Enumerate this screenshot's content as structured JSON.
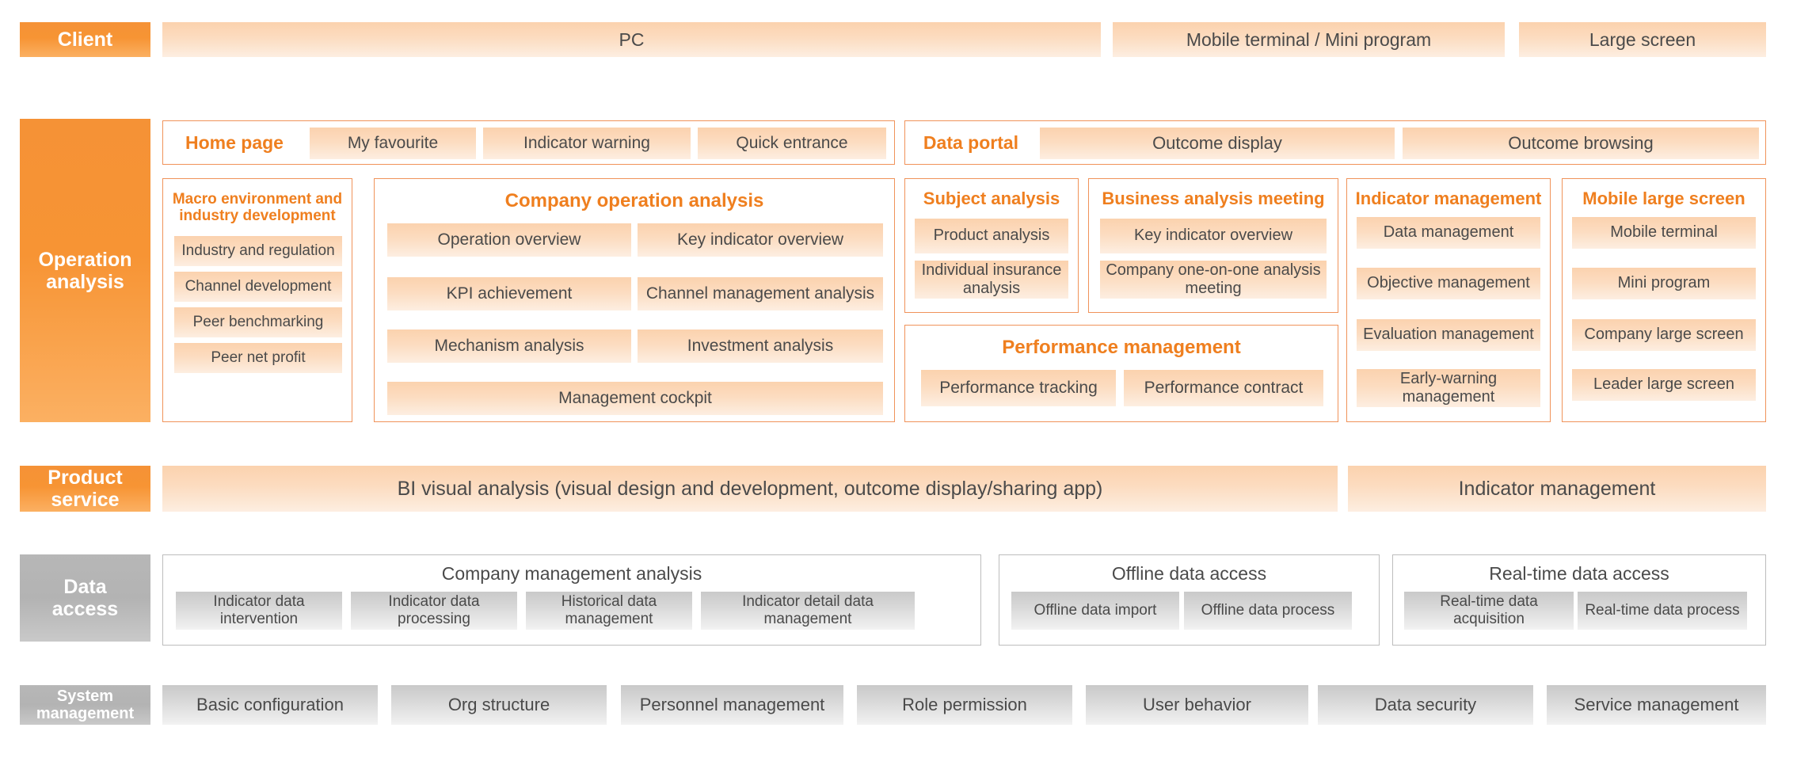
{
  "rows": {
    "client": {
      "label": "Client",
      "items": [
        {
          "label": "PC"
        },
        {
          "label": "Mobile terminal / Mini program"
        },
        {
          "label": "Large screen"
        }
      ]
    },
    "operation_analysis": {
      "label": "Operation analysis",
      "portal_bar": {
        "home": {
          "title": "Home page",
          "items": [
            "My favourite",
            "Indicator warning",
            "Quick entrance"
          ]
        },
        "data_portal": {
          "title": "Data portal",
          "items": [
            "Outcome display",
            "Outcome browsing"
          ]
        }
      },
      "groups": {
        "macro": {
          "title": "Macro environment and\nindustry development",
          "title_line1": "Macro environment and",
          "title_line2": "industry development",
          "items": [
            "Industry and regulation",
            "Channel development",
            "Peer benchmarking",
            "Peer net profit"
          ]
        },
        "company_operation": {
          "title": "Company operation analysis",
          "items_left": [
            "Operation overview",
            "KPI achievement",
            "Mechanism analysis"
          ],
          "items_right": [
            "Key indicator overview",
            "Channel management analysis",
            "Investment analysis"
          ],
          "item_full": "Management cockpit"
        },
        "subject_analysis": {
          "title": "Subject analysis",
          "items": [
            "Product analysis",
            "Individual insurance analysis"
          ]
        },
        "business_meeting": {
          "title": "Business analysis meeting",
          "items": [
            "Key indicator overview",
            "Company one-on-one analysis meeting"
          ]
        },
        "performance": {
          "title": "Performance management",
          "items": [
            "Performance tracking",
            "Performance contract"
          ]
        },
        "indicator_management": {
          "title": "Indicator management",
          "items": [
            "Data management",
            "Objective management",
            "Evaluation management",
            "Early-warning management"
          ]
        },
        "mobile_large_screen": {
          "title": "Mobile large screen",
          "items": [
            "Mobile terminal",
            "Mini program",
            "Company large screen",
            "Leader large screen"
          ]
        }
      }
    },
    "product_service": {
      "label": "Product service",
      "label_line1": "Product",
      "label_line2": "service",
      "items": [
        "BI visual analysis (visual design and development, outcome display/sharing app)",
        "Indicator management"
      ]
    },
    "data_access": {
      "label": "Data access",
      "label_line1": "Data",
      "label_line2": "access",
      "groups": {
        "company_management": {
          "title": "Company management analysis",
          "items": [
            "Indicator data intervention",
            "Indicator data processing",
            "Historical data management",
            "Indicator detail data management"
          ]
        },
        "offline": {
          "title": "Offline data access",
          "items": [
            "Offline data import",
            "Offline data process"
          ]
        },
        "realtime": {
          "title": "Real-time data access",
          "items": [
            "Real-time data acquisition",
            "Real-time data process"
          ]
        }
      }
    },
    "system_management": {
      "label": "System management",
      "label_line1": "System",
      "label_line2": "management",
      "items": [
        "Basic configuration",
        "Org structure",
        "Personnel management",
        "Role permission",
        "User behavior",
        "Data security",
        "Service management"
      ]
    }
  },
  "colors": {
    "accent_orange": "#ef7f1f",
    "label_orange": "#f79434",
    "chip_orange": "#fbd2ae",
    "label_grey": "#b7b7b7",
    "chip_grey": "#d8d8d8",
    "text_grey": "#4a4a4a"
  }
}
